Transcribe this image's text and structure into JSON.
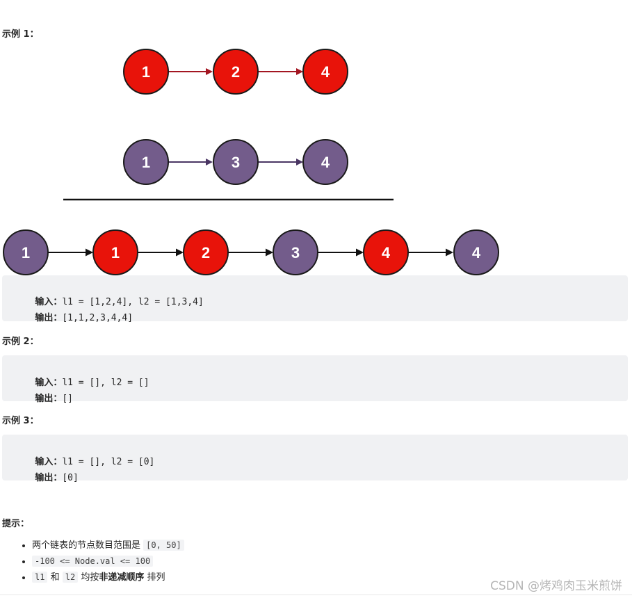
{
  "example1": {
    "heading": "示例 1：",
    "list1": [
      "1",
      "2",
      "4"
    ],
    "list2": [
      "1",
      "3",
      "4"
    ],
    "merged": [
      "1",
      "1",
      "2",
      "3",
      "4",
      "4"
    ],
    "input_label": "输入：",
    "input_value": "l1 = [1,2,4], l2 = [1,3,4]",
    "output_label": "输出：",
    "output_value": "[1,1,2,3,4,4]"
  },
  "example2": {
    "heading": "示例 2：",
    "input_label": "输入：",
    "input_value": "l1 = [], l2 = []",
    "output_label": "输出：",
    "output_value": "[]"
  },
  "example3": {
    "heading": "示例 3：",
    "input_label": "输入：",
    "input_value": "l1 = [], l2 = [0]",
    "output_label": "输出：",
    "output_value": "[0]"
  },
  "hints": {
    "heading": "提示：",
    "item1_text": "两个链表的节点数目范围是",
    "item1_code": "[0, 50]",
    "item2_code": "-100 <= Node.val <= 100",
    "item3_code1": "l1",
    "item3_and": "和",
    "item3_code2": "l2",
    "item3_text1": "均按",
    "item3_bold": "非递减顺序",
    "item3_text2": "排列"
  },
  "watermark": "CSDN @烤鸡肉玉米煎饼",
  "colors": {
    "red_node": "#e8130a",
    "purple_node": "#735c8b",
    "red_arrow": "#a31621",
    "purple_arrow": "#4a3663",
    "black_arrow": "#111111",
    "code_bg": "#f0f1f3"
  }
}
